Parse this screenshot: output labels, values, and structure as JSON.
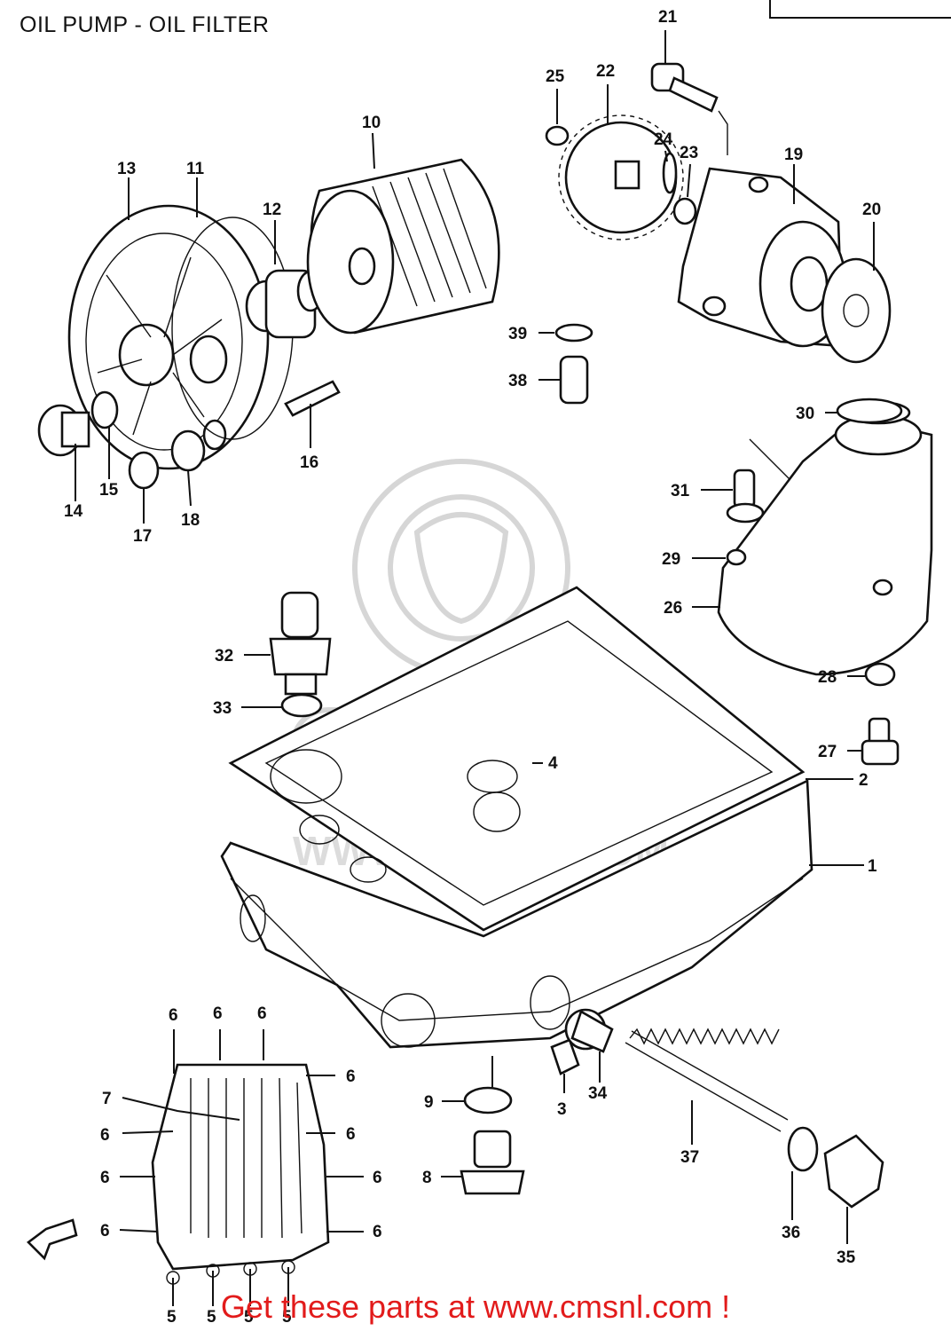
{
  "title": "OIL PUMP - OIL FILTER",
  "footer": "Get these parts at www.cmsnl.com !",
  "watermark": "WWW.CMSNL.COM",
  "colors": {
    "footer": "#e21b1b",
    "line": "#111111",
    "watermark": "#d6d6d6"
  },
  "callouts": [
    {
      "id": "c1",
      "label": "1"
    },
    {
      "id": "c2",
      "label": "2"
    },
    {
      "id": "c3",
      "label": "3"
    },
    {
      "id": "c4",
      "label": "4"
    },
    {
      "id": "c6a",
      "label": "6"
    },
    {
      "id": "c6b",
      "label": "6"
    },
    {
      "id": "c6c",
      "label": "6"
    },
    {
      "id": "c6d",
      "label": "6"
    },
    {
      "id": "c6e",
      "label": "6"
    },
    {
      "id": "c6f",
      "label": "6"
    },
    {
      "id": "c6g",
      "label": "6"
    },
    {
      "id": "c6h",
      "label": "6"
    },
    {
      "id": "c6i",
      "label": "6"
    },
    {
      "id": "c6j",
      "label": "6"
    },
    {
      "id": "c5a",
      "label": "5"
    },
    {
      "id": "c5b",
      "label": "5"
    },
    {
      "id": "c5c",
      "label": "5"
    },
    {
      "id": "c5d",
      "label": "5"
    },
    {
      "id": "c7",
      "label": "7"
    },
    {
      "id": "c8",
      "label": "8"
    },
    {
      "id": "c9",
      "label": "9"
    },
    {
      "id": "c10",
      "label": "10"
    },
    {
      "id": "c11",
      "label": "11"
    },
    {
      "id": "c12",
      "label": "12"
    },
    {
      "id": "c13",
      "label": "13"
    },
    {
      "id": "c14",
      "label": "14"
    },
    {
      "id": "c15",
      "label": "15"
    },
    {
      "id": "c16",
      "label": "16"
    },
    {
      "id": "c17",
      "label": "17"
    },
    {
      "id": "c18",
      "label": "18"
    },
    {
      "id": "c19",
      "label": "19"
    },
    {
      "id": "c20",
      "label": "20"
    },
    {
      "id": "c21",
      "label": "21"
    },
    {
      "id": "c22",
      "label": "22"
    },
    {
      "id": "c23",
      "label": "23"
    },
    {
      "id": "c24",
      "label": "24"
    },
    {
      "id": "c25",
      "label": "25"
    },
    {
      "id": "c26",
      "label": "26"
    },
    {
      "id": "c27",
      "label": "27"
    },
    {
      "id": "c28",
      "label": "28"
    },
    {
      "id": "c29",
      "label": "29"
    },
    {
      "id": "c30",
      "label": "30"
    },
    {
      "id": "c31",
      "label": "31"
    },
    {
      "id": "c32",
      "label": "32"
    },
    {
      "id": "c33",
      "label": "33"
    },
    {
      "id": "c34",
      "label": "34"
    },
    {
      "id": "c35",
      "label": "35"
    },
    {
      "id": "c36",
      "label": "36"
    },
    {
      "id": "c37",
      "label": "37"
    },
    {
      "id": "c38",
      "label": "38"
    },
    {
      "id": "c39",
      "label": "39"
    }
  ]
}
